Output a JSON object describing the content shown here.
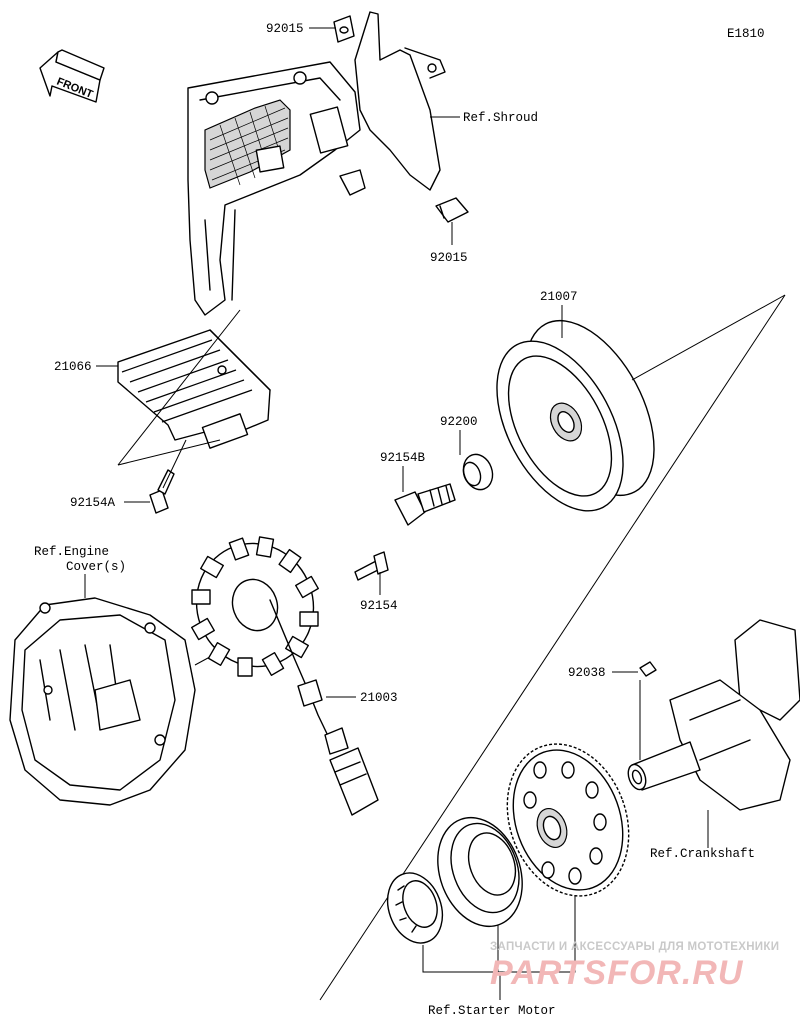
{
  "diagram_code": "E1810",
  "front_label": "FRONT",
  "labels": {
    "p92015_top": "92015",
    "ref_shroud": "Ref.Shroud",
    "p92015_bottom": "92015",
    "p21066": "21066",
    "p21007": "21007",
    "p92200": "92200",
    "p92154b": "92154B",
    "p92154a": "92154A",
    "ref_engine_cover_1": "Ref.Engine",
    "ref_engine_cover_2": "Cover(s)",
    "p92154": "92154",
    "p21003": "21003",
    "p92038": "92038",
    "ref_crankshaft": "Ref.Crankshaft",
    "ref_starter_motor": "Ref.Starter Motor"
  },
  "watermark": {
    "tagline": "ЗАПЧАСТИ И АКСЕССУАРЫ ДЛЯ МОТОТЕХНИКИ",
    "brand": "PARTSFOR.RU"
  }
}
